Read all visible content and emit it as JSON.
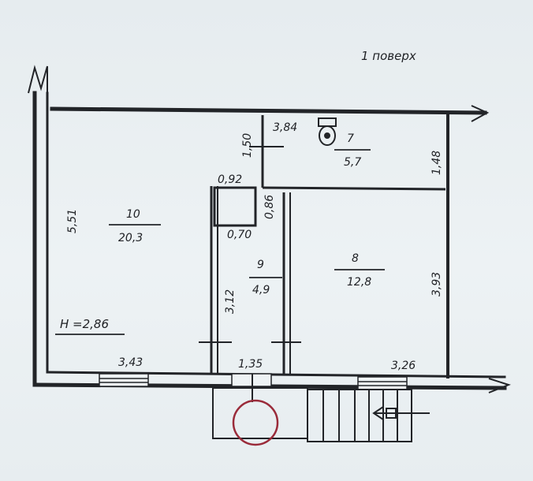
{
  "floor_label": "1 поверх",
  "height_label": "H =2,86",
  "rooms": [
    {
      "id": "10",
      "number": "10",
      "area": "20,3"
    },
    {
      "id": "7",
      "number": "7",
      "area": "5,7"
    },
    {
      "id": "8",
      "number": "8",
      "area": "12,8"
    },
    {
      "id": "9",
      "number": "9",
      "area": "4,9"
    }
  ],
  "dimensions": {
    "left_wall": "5,51",
    "bottom_left": "3,43",
    "bottom_mid": "1,35",
    "bottom_right": "3,26",
    "top_wc_width": "3,84",
    "wc_partition": "1,50",
    "right_wc": "1,48",
    "right_room8": "3,93",
    "closet_width": "0,92",
    "closet_height": "0,86",
    "closet_bottom": "0,70",
    "corridor_height": "3,12"
  }
}
